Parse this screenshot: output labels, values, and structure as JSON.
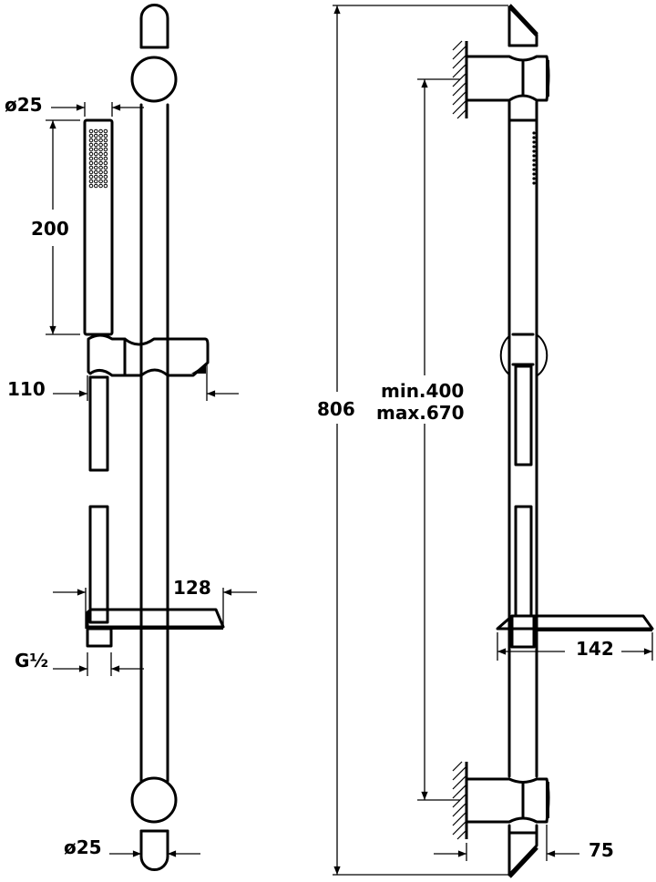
{
  "drawing": {
    "title": "Shower slide rail set — technical dimension drawing",
    "views": [
      "front-view",
      "side-view"
    ]
  },
  "front_view": {
    "labels": {
      "hand_shower_diameter": "ø25",
      "hand_shower_length": "200",
      "holder_projection": "110",
      "soap_dish_width": "128",
      "connection_thread": "G½",
      "rail_diameter": "ø25"
    }
  },
  "side_view": {
    "labels": {
      "total_height": "806",
      "bracket_distance_min": "min.400",
      "bracket_distance_max": "max.670",
      "soap_dish_depth": "142",
      "wall_projection": "75"
    }
  },
  "colors": {
    "line": "#000000",
    "background": "#ffffff"
  }
}
